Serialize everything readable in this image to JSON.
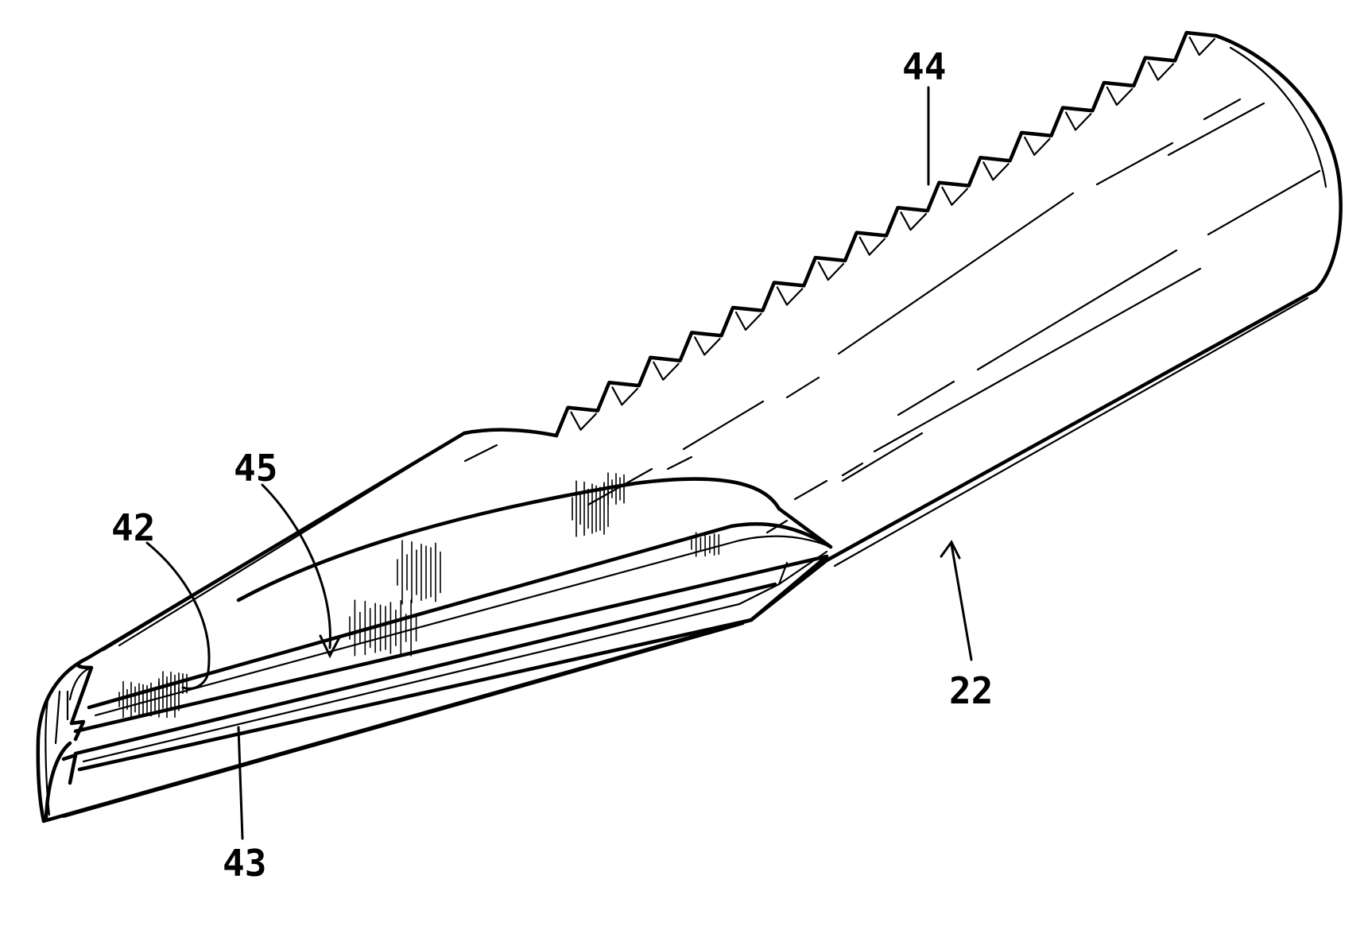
{
  "figure": {
    "reference_numerals": {
      "serrated_edge": "44",
      "channel": "45",
      "tip_face": "42",
      "groove": "43",
      "body": "22"
    }
  }
}
